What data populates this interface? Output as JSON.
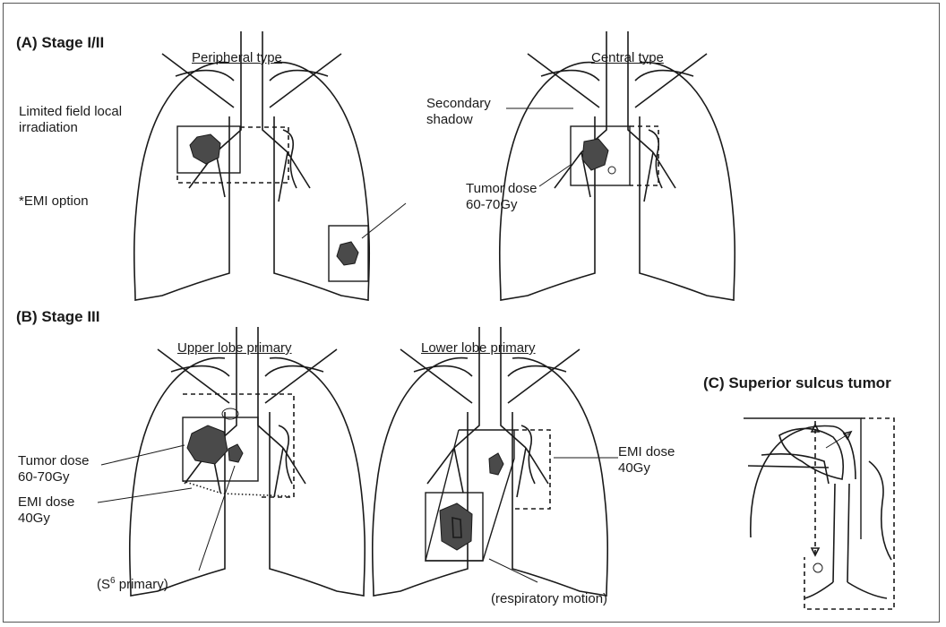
{
  "section_a": {
    "heading": "(A) Stage I/II",
    "peripheral": {
      "title": "Peripheral type",
      "label_limited_field": [
        "Limited field local",
        "irradiation"
      ],
      "label_emi_option": "*EMI option"
    },
    "central": {
      "title": "Central type",
      "label_secondary_shadow": [
        "Secondary",
        "shadow"
      ],
      "label_tumor_dose": [
        "Tumor dose",
        "60-70Gy"
      ]
    }
  },
  "section_b": {
    "heading": "(B) Stage III",
    "upper_lobe": {
      "title": "Upper lobe primary",
      "label_tumor_dose": [
        "Tumor dose",
        "60-70Gy"
      ],
      "label_emi_dose": [
        "EMI dose",
        "40Gy"
      ],
      "label_s6_primary": {
        "prefix": "(S",
        "superscript": "6",
        "suffix": " primary)"
      }
    },
    "lower_lobe": {
      "title": "Lower lobe primary",
      "label_emi_dose": [
        "EMI dose",
        "40Gy"
      ],
      "label_respiratory_motion": "(respiratory motion)"
    }
  },
  "section_c": {
    "heading": "(C) Superior sulcus tumor"
  },
  "colors": {
    "tumor_fill": "#4a4a4a",
    "line": "#1a1a1a",
    "background": "#ffffff"
  }
}
